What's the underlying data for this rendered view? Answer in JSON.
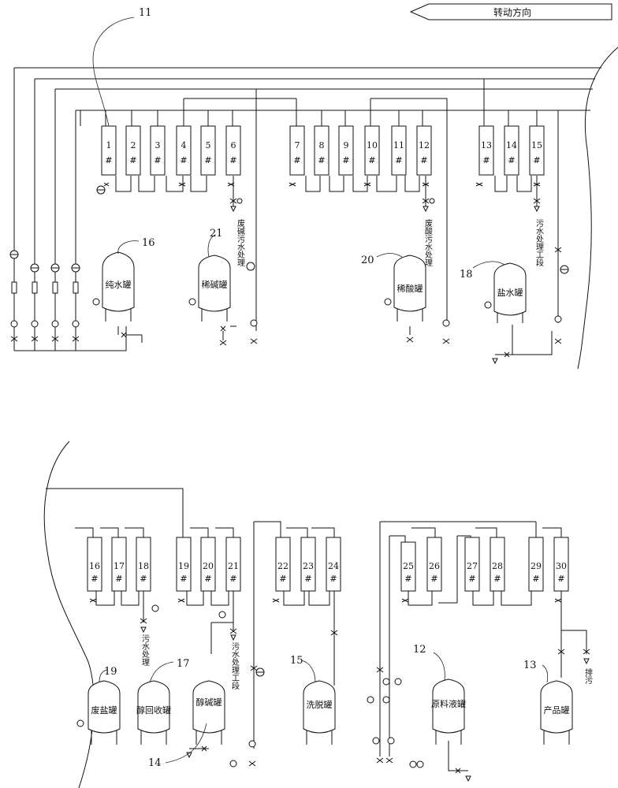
{
  "header": {
    "rotation_label": "转动方向"
  },
  "columns": {
    "top": [
      {
        "n": "1",
        "mark": "#"
      },
      {
        "n": "2",
        "mark": "#"
      },
      {
        "n": "3",
        "mark": "#"
      },
      {
        "n": "4",
        "mark": "#"
      },
      {
        "n": "5",
        "mark": "#"
      },
      {
        "n": "6",
        "mark": "#"
      },
      {
        "n": "7",
        "mark": "#"
      },
      {
        "n": "8",
        "mark": "#"
      },
      {
        "n": "9",
        "mark": "#"
      },
      {
        "n": "10",
        "mark": "#"
      },
      {
        "n": "11",
        "mark": "#"
      },
      {
        "n": "12",
        "mark": "#"
      },
      {
        "n": "13",
        "mark": "#"
      },
      {
        "n": "14",
        "mark": "#"
      },
      {
        "n": "15",
        "mark": "#"
      }
    ],
    "bottom": [
      {
        "n": "16",
        "mark": "#"
      },
      {
        "n": "17",
        "mark": "#"
      },
      {
        "n": "18",
        "mark": "#"
      },
      {
        "n": "19",
        "mark": "#"
      },
      {
        "n": "20",
        "mark": "#"
      },
      {
        "n": "21",
        "mark": "#"
      },
      {
        "n": "22",
        "mark": "#"
      },
      {
        "n": "23",
        "mark": "#"
      },
      {
        "n": "24",
        "mark": "#"
      },
      {
        "n": "25",
        "mark": "#"
      },
      {
        "n": "26",
        "mark": "#"
      },
      {
        "n": "27",
        "mark": "#"
      },
      {
        "n": "28",
        "mark": "#"
      },
      {
        "n": "29",
        "mark": "#"
      },
      {
        "n": "30",
        "mark": "#"
      }
    ]
  },
  "tanks": {
    "pure_water": "纯水罐",
    "dilute_alkali_top": "稀碱罐",
    "dilute_acid": "稀酸罐",
    "brine": "盐水罐",
    "waste_salt": "废盐罐",
    "alcohol_recovery": "醇回收罐",
    "alcohol_alkali": "醇碱罐",
    "desorption": "洗脱罐",
    "raw_liquid": "原料液罐",
    "product": "产品罐"
  },
  "callouts": {
    "c11": "11",
    "c16": "16",
    "c21": "21",
    "c20": "20",
    "c18": "18",
    "c19": "19",
    "c17": "17",
    "c14": "14",
    "c15": "15",
    "c12": "12",
    "c13": "13"
  },
  "outlets": {
    "waste_alkali": "废碱污水处理",
    "waste_acid": "废酸污水处理",
    "sewage_section_top": "污水处理工段",
    "sewage_short": "污水处理",
    "sewage_section_bottom": "污水处理工段",
    "drain": "排污"
  }
}
